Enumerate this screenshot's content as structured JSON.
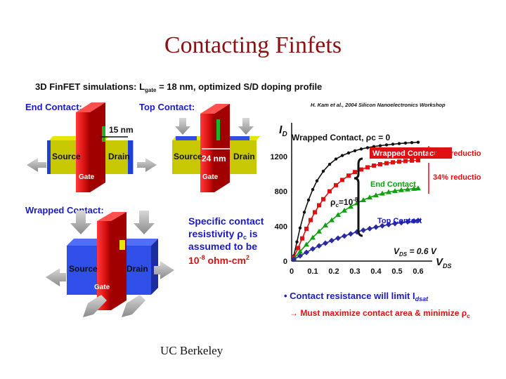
{
  "slide": {
    "title": "Contacting Finfets",
    "footer": "UC Berkeley"
  },
  "left_panel": {
    "header": "3D FinFET simulations: L",
    "header_sub": "gate",
    "header_rest": " = 18 nm, optimized S/D doping profile",
    "end_contact": "End Contact:",
    "top_contact": "Top Contact:",
    "wrapped_contact": "Wrapped Contact:",
    "end_dim": "15 nm",
    "top_dim": "24 nm",
    "source": "Source",
    "drain": "Drain",
    "gate": "Gate",
    "note_line1": "Specific contact",
    "note_line2": "resistivity ρ",
    "note_line2_sub": "c",
    "note_line2_rest": " is",
    "note_line3": "assumed to be",
    "note_line4": "10",
    "note_line4_sup": "-8",
    "note_line4_rest": " ohm-cm",
    "note_line4_sup2": "2"
  },
  "right_panel": {
    "citation": "H. Kam et al., 2004 Silicon Nanoelectronics Workshop",
    "bullet": "Contact resistance will limit I",
    "bullet_sub": "dsat",
    "sub_bullet": "Must maximize contact area & minimize ρ",
    "sub_bullet_sub": "c"
  },
  "colors": {
    "title": "#8b1010",
    "wrapped": "#cc0000",
    "end": "#00aa00",
    "top": "#3333aa",
    "source_drain": "#c8c800",
    "gate": "#d81010",
    "blue_block": "#2f4fe8",
    "label_blue": "#1a1ac8"
  },
  "chart_data": {
    "type": "line",
    "y_axis_label": "I",
    "y_axis_label_sub": "D",
    "x_axis_label": "V",
    "x_axis_label_sub": "DS",
    "x_ticks": [
      "0",
      "0.1",
      "0.2",
      "0.3",
      "0.4",
      "0.5",
      "0.6"
    ],
    "y_ticks": [
      "0",
      "400",
      "800",
      "1200"
    ],
    "xlim": [
      0,
      0.6
    ],
    "ylim": [
      0,
      1400
    ],
    "series": [
      {
        "name": "Wrapped Contact, ρc = 0",
        "color": "#111111",
        "marker": "dot",
        "x": [
          0.01,
          0.025,
          0.04,
          0.06,
          0.08,
          0.1,
          0.12,
          0.15,
          0.18,
          0.21,
          0.24,
          0.27,
          0.3,
          0.33,
          0.36,
          0.39,
          0.42,
          0.45,
          0.48,
          0.51,
          0.54,
          0.57,
          0.6
        ],
        "y": [
          60,
          220,
          380,
          560,
          700,
          820,
          920,
          1030,
          1110,
          1170,
          1210,
          1240,
          1265,
          1285,
          1300,
          1313,
          1323,
          1332,
          1340,
          1347,
          1353,
          1358,
          1362
        ]
      },
      {
        "name": "Wrapped Contact",
        "color": "#e01010",
        "marker": "square",
        "x": [
          0.01,
          0.03,
          0.05,
          0.07,
          0.09,
          0.11,
          0.13,
          0.15,
          0.18,
          0.21,
          0.24,
          0.27,
          0.3,
          0.33,
          0.36,
          0.39,
          0.42,
          0.45,
          0.48,
          0.51,
          0.54,
          0.57,
          0.6
        ],
        "y": [
          40,
          150,
          260,
          370,
          470,
          560,
          640,
          710,
          800,
          870,
          930,
          980,
          1020,
          1050,
          1075,
          1095,
          1110,
          1122,
          1132,
          1140,
          1147,
          1152,
          1156
        ]
      },
      {
        "name": "End Contact",
        "color": "#10a010",
        "marker": "triangle",
        "x": [
          0.01,
          0.04,
          0.07,
          0.1,
          0.13,
          0.16,
          0.19,
          0.22,
          0.25,
          0.28,
          0.31,
          0.34,
          0.37,
          0.4,
          0.43,
          0.46,
          0.49,
          0.52,
          0.55,
          0.58,
          0.6
        ],
        "y": [
          30,
          110,
          190,
          270,
          340,
          410,
          470,
          530,
          580,
          625,
          665,
          700,
          730,
          755,
          775,
          792,
          805,
          815,
          823,
          830,
          835
        ]
      },
      {
        "name": "Top Contact",
        "color": "#2a2aa0",
        "marker": "diamond",
        "x": [
          0.01,
          0.04,
          0.07,
          0.1,
          0.13,
          0.16,
          0.19,
          0.22,
          0.25,
          0.28,
          0.31,
          0.34,
          0.37,
          0.4,
          0.43,
          0.46,
          0.49,
          0.52,
          0.55,
          0.58,
          0.6
        ],
        "y": [
          20,
          60,
          100,
          140,
          175,
          205,
          235,
          262,
          288,
          312,
          334,
          354,
          372,
          389,
          404,
          418,
          430,
          441,
          451,
          460,
          466
        ]
      }
    ],
    "annotations": {
      "rho_label": "ρ",
      "rho_sub": "c",
      "rho_value": "=10",
      "rho_sup": "-8",
      "vds_label": "V",
      "vds_sub": "DS",
      "vds_value": " = 0.6 V",
      "reduction_top": "16% reduction",
      "reduction_end": "34% reduction"
    }
  }
}
